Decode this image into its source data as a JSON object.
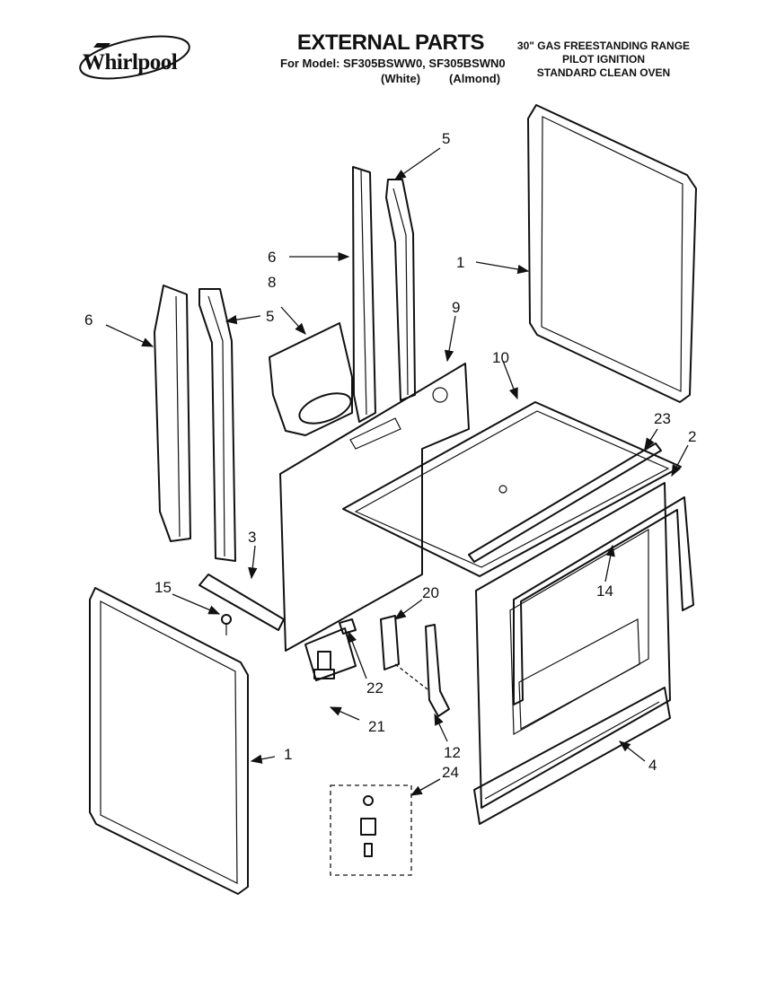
{
  "header": {
    "logo_text": "Whirlpool",
    "title": "EXTERNAL PARTS",
    "model_line": "For Model: SF305BSWW0, SF305BSWN0",
    "finish_white": "(White)",
    "finish_almond": "(Almond)",
    "description": [
      "30\" GAS FREESTANDING RANGE",
      "PILOT IGNITION",
      "STANDARD CLEAN OVEN"
    ]
  },
  "callouts": [
    {
      "id": "c5a",
      "label": "5"
    },
    {
      "id": "c6a",
      "label": "6"
    },
    {
      "id": "c1a",
      "label": "1"
    },
    {
      "id": "c8",
      "label": "8"
    },
    {
      "id": "c9",
      "label": "9"
    },
    {
      "id": "c6b",
      "label": "6"
    },
    {
      "id": "c5b",
      "label": "5"
    },
    {
      "id": "c10",
      "label": "10"
    },
    {
      "id": "c23",
      "label": "23"
    },
    {
      "id": "c2",
      "label": "2"
    },
    {
      "id": "c3",
      "label": "3"
    },
    {
      "id": "c15",
      "label": "15"
    },
    {
      "id": "c20",
      "label": "20"
    },
    {
      "id": "c14",
      "label": "14"
    },
    {
      "id": "c22",
      "label": "22"
    },
    {
      "id": "c21",
      "label": "21"
    },
    {
      "id": "c1b",
      "label": "1"
    },
    {
      "id": "c12",
      "label": "12"
    },
    {
      "id": "c24",
      "label": "24"
    },
    {
      "id": "c4",
      "label": "4"
    }
  ]
}
